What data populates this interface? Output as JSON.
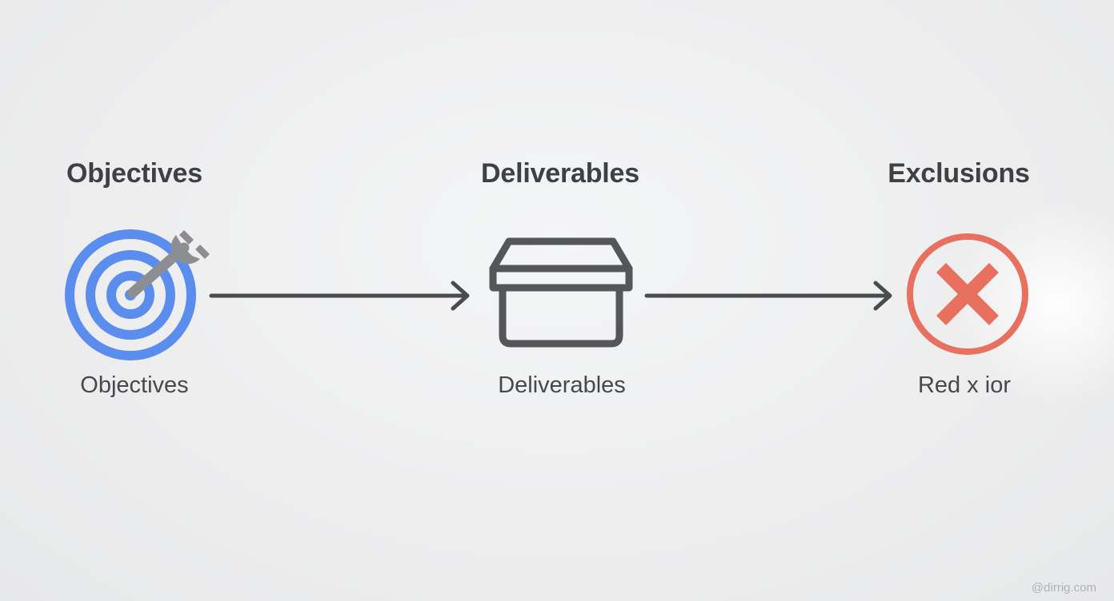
{
  "steps": [
    {
      "heading": "Objectives",
      "caption": "Objectives",
      "icon": "target-wrench-icon"
    },
    {
      "heading": "Deliverables",
      "caption": "Deliverables",
      "icon": "box-icon"
    },
    {
      "heading": "Exclusions",
      "caption": "Red x ior",
      "icon": "red-x-circle-icon"
    }
  ],
  "watermark": "@dirrig.com",
  "colors": {
    "target_blue": "#5b8def",
    "wrench_gray": "#8d8e92",
    "box_stroke": "#55565a",
    "arrow": "#4a4b4f",
    "x_red": "#e7705f",
    "text_dark": "#3f4044"
  }
}
